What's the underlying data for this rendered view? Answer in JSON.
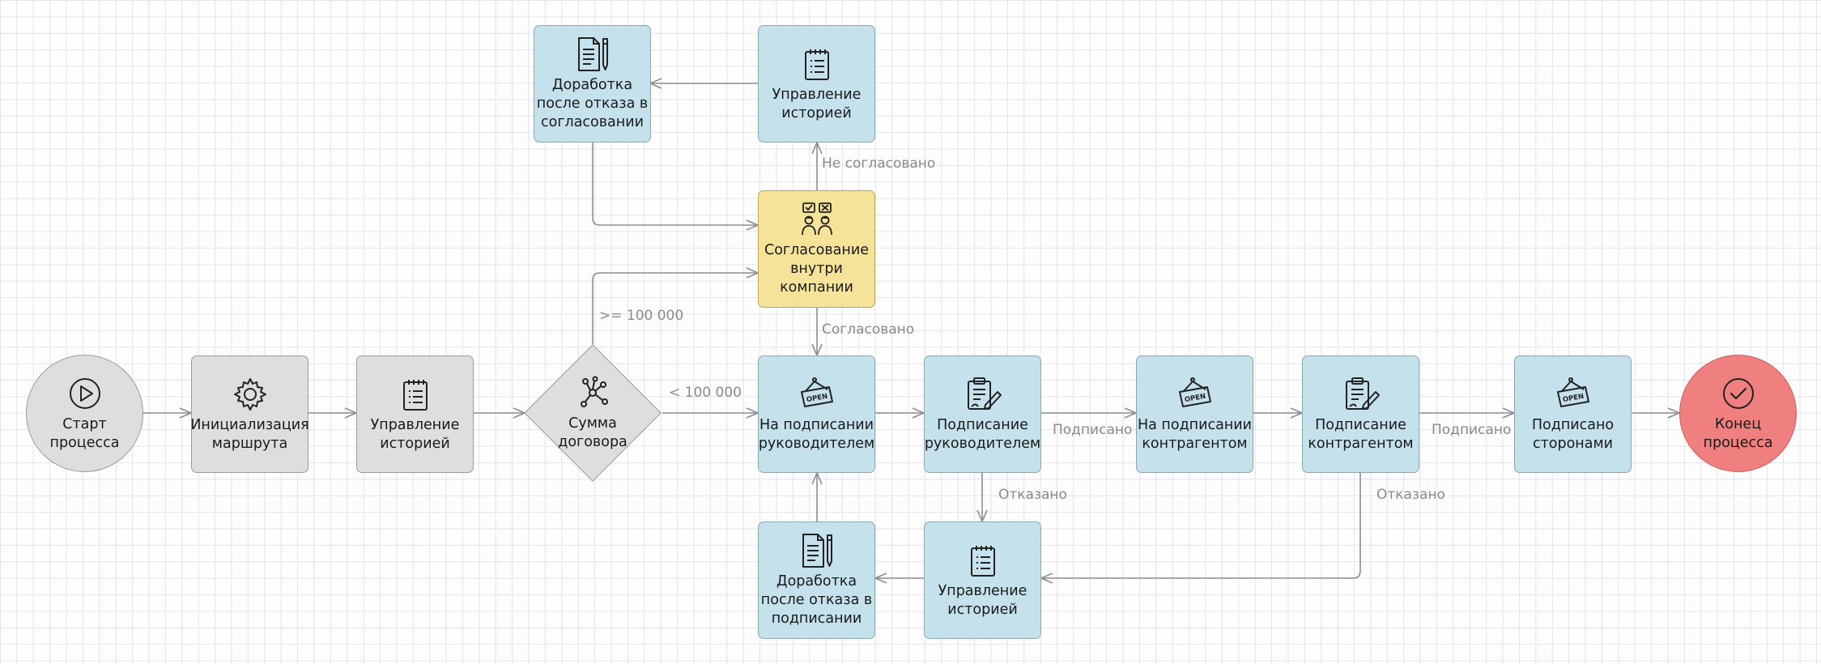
{
  "nodes": {
    "start": "Старт процесса",
    "init": "Инициализация\nмаршрута",
    "hist1": "Управление\nисторией",
    "decision": "Сумма\nдоговора",
    "approval": "Согласование\nвнутри\nкомпании",
    "hist_top": "Управление\nисторией",
    "rework_approval": "Доработка\nпосле отказа в\nсогласовании",
    "on_sign_manager": "На подписании\nруководителем",
    "sign_manager": "Подписание\nруководителем",
    "on_sign_counterparty": "На подписании\nконтрагентом",
    "sign_counterparty": "Подписание\nконтрагентом",
    "signed": "Подписано\nсторонами",
    "end": "Конец процесса",
    "hist_bottom": "Управление\nисторией",
    "rework_sign": "Доработка\nпосле отказа в\nподписании"
  },
  "edge_labels": {
    "ge_100k": ">= 100 000",
    "lt_100k": "< 100 000",
    "not_approved": "Не согласовано",
    "approved": "Согласовано",
    "signed_1": "Подписано",
    "signed_2": "Подписано",
    "refused_1": "Отказано",
    "refused_2": "Отказано"
  },
  "icons": {
    "start": "play-icon",
    "init": "gear-icon",
    "history": "notepad-list-icon",
    "decision": "network-nodes-icon",
    "approval": "approval-users-icon",
    "rework": "document-pencil-icon",
    "open_sign": "open-sign-icon",
    "signing": "clipboard-pen-icon",
    "end": "check-icon"
  },
  "colors": {
    "task_blue": "#c5e2ec",
    "service_gray": "#dedede",
    "approval_yellow": "#f6e39a",
    "end_red": "#f07f80",
    "connector": "#8e8e8e"
  }
}
